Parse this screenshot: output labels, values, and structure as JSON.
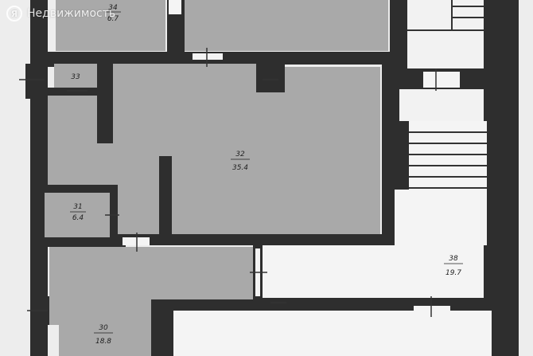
{
  "watermark": {
    "logo_letter": "Я",
    "text": "Недвижимость"
  },
  "rooms": [
    {
      "id": "r34",
      "number": "34",
      "area": "6.7"
    },
    {
      "id": "r33",
      "number": "33",
      "area": ""
    },
    {
      "id": "r32",
      "number": "32",
      "area": "35.4"
    },
    {
      "id": "r31",
      "number": "31",
      "area": "6.4"
    },
    {
      "id": "r30",
      "number": "30",
      "area": "18.8"
    },
    {
      "id": "r38",
      "number": "38",
      "area": "19.7"
    }
  ]
}
